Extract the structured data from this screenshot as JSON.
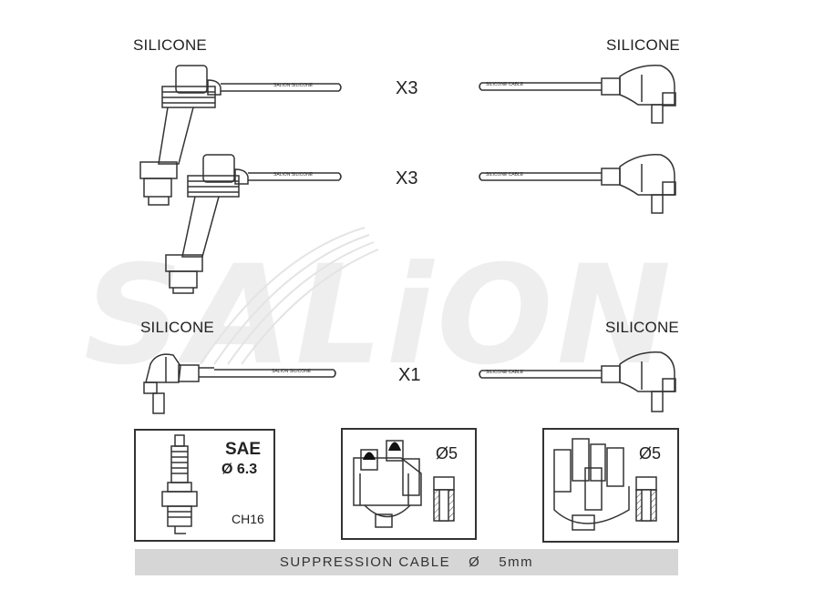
{
  "watermark": "SALiON",
  "rows": [
    {
      "left_label": "SILICONE",
      "right_label": "SILICONE",
      "quantity": "X3"
    },
    {
      "quantity": "X3"
    },
    {
      "left_label": "SILICONE",
      "right_label": "SILICONE",
      "quantity": "X1"
    }
  ],
  "cable_print_left": "SALION SILICONE",
  "cable_print_right": "SILICONE CABLE",
  "spark_plug": {
    "standard": "SAE",
    "diameter": "Ø 6.3",
    "code": "CH16"
  },
  "distributor_1": {
    "diameter": "Ø5"
  },
  "distributor_2": {
    "diameter": "Ø5"
  },
  "footer": {
    "label": "SUPPRESSION CABLE",
    "symbol": "Ø",
    "size": "5mm"
  }
}
